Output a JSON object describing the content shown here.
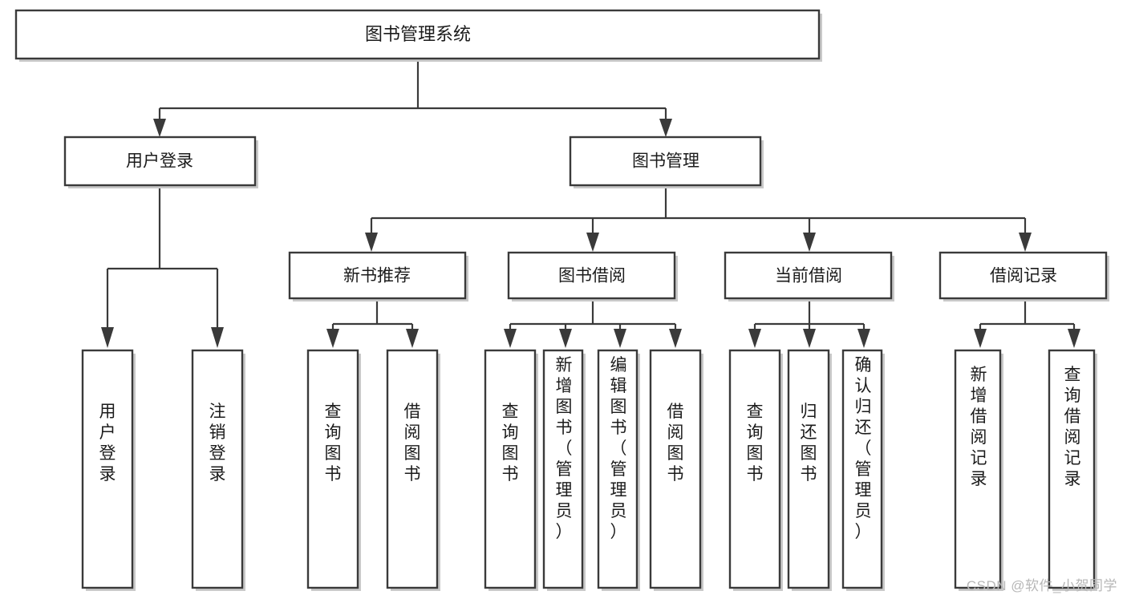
{
  "diagram": {
    "type": "tree-hierarchy",
    "title": "图书管理系统",
    "root": {
      "label": "图书管理系统",
      "children": [
        {
          "label": "用户登录",
          "children": [
            {
              "label": "用户登录"
            },
            {
              "label": "注销登录"
            }
          ]
        },
        {
          "label": "图书管理",
          "children": [
            {
              "label": "新书推荐",
              "children": [
                {
                  "label": "查询图书"
                },
                {
                  "label": "借阅图书"
                }
              ]
            },
            {
              "label": "图书借阅",
              "children": [
                {
                  "label": "查询图书"
                },
                {
                  "label": "新增图书（管理员）"
                },
                {
                  "label": "编辑图书（管理员）"
                },
                {
                  "label": "借阅图书"
                }
              ]
            },
            {
              "label": "当前借阅",
              "children": [
                {
                  "label": "查询图书"
                },
                {
                  "label": "归还图书"
                },
                {
                  "label": "确认归还（管理员）"
                }
              ]
            },
            {
              "label": "借阅记录",
              "children": [
                {
                  "label": "新增借阅记录"
                },
                {
                  "label": "查询借阅记录"
                }
              ]
            }
          ]
        }
      ]
    },
    "labels": {
      "root": "图书管理系统",
      "l2_user_login": "用户登录",
      "l2_book_mgmt": "图书管理",
      "l3_new_book_rec": "新书推荐",
      "l3_book_borrow": "图书借阅",
      "l3_current_borrow": "当前借阅",
      "l3_borrow_record": "借阅记录",
      "leaf_user_login": "用户登录",
      "leaf_logout": "注销登录",
      "leaf_query_book_a": "查询图书",
      "leaf_borrow_book_a": "借阅图书",
      "leaf_query_book_b": "查询图书",
      "leaf_add_book": "新增图书（管理员）",
      "leaf_edit_book": "编辑图书（管理员）",
      "leaf_borrow_book_b": "借阅图书",
      "leaf_query_book_c": "查询图书",
      "leaf_return_book": "归还图书",
      "leaf_confirm_return": "确认归还（管理员）",
      "leaf_add_record": "新增借阅记录",
      "leaf_query_record": "查询借阅记录"
    },
    "colors": {
      "box_stroke": "#3a3a3a",
      "box_fill": "#ffffff",
      "connector": "#3a3a3a",
      "text": "#1b1b1b",
      "shadow": "#c9c9c9",
      "watermark": "#b7b7b7",
      "background": "#ffffff"
    }
  },
  "watermark": {
    "text": "CSDN @软件_小贺同学"
  }
}
